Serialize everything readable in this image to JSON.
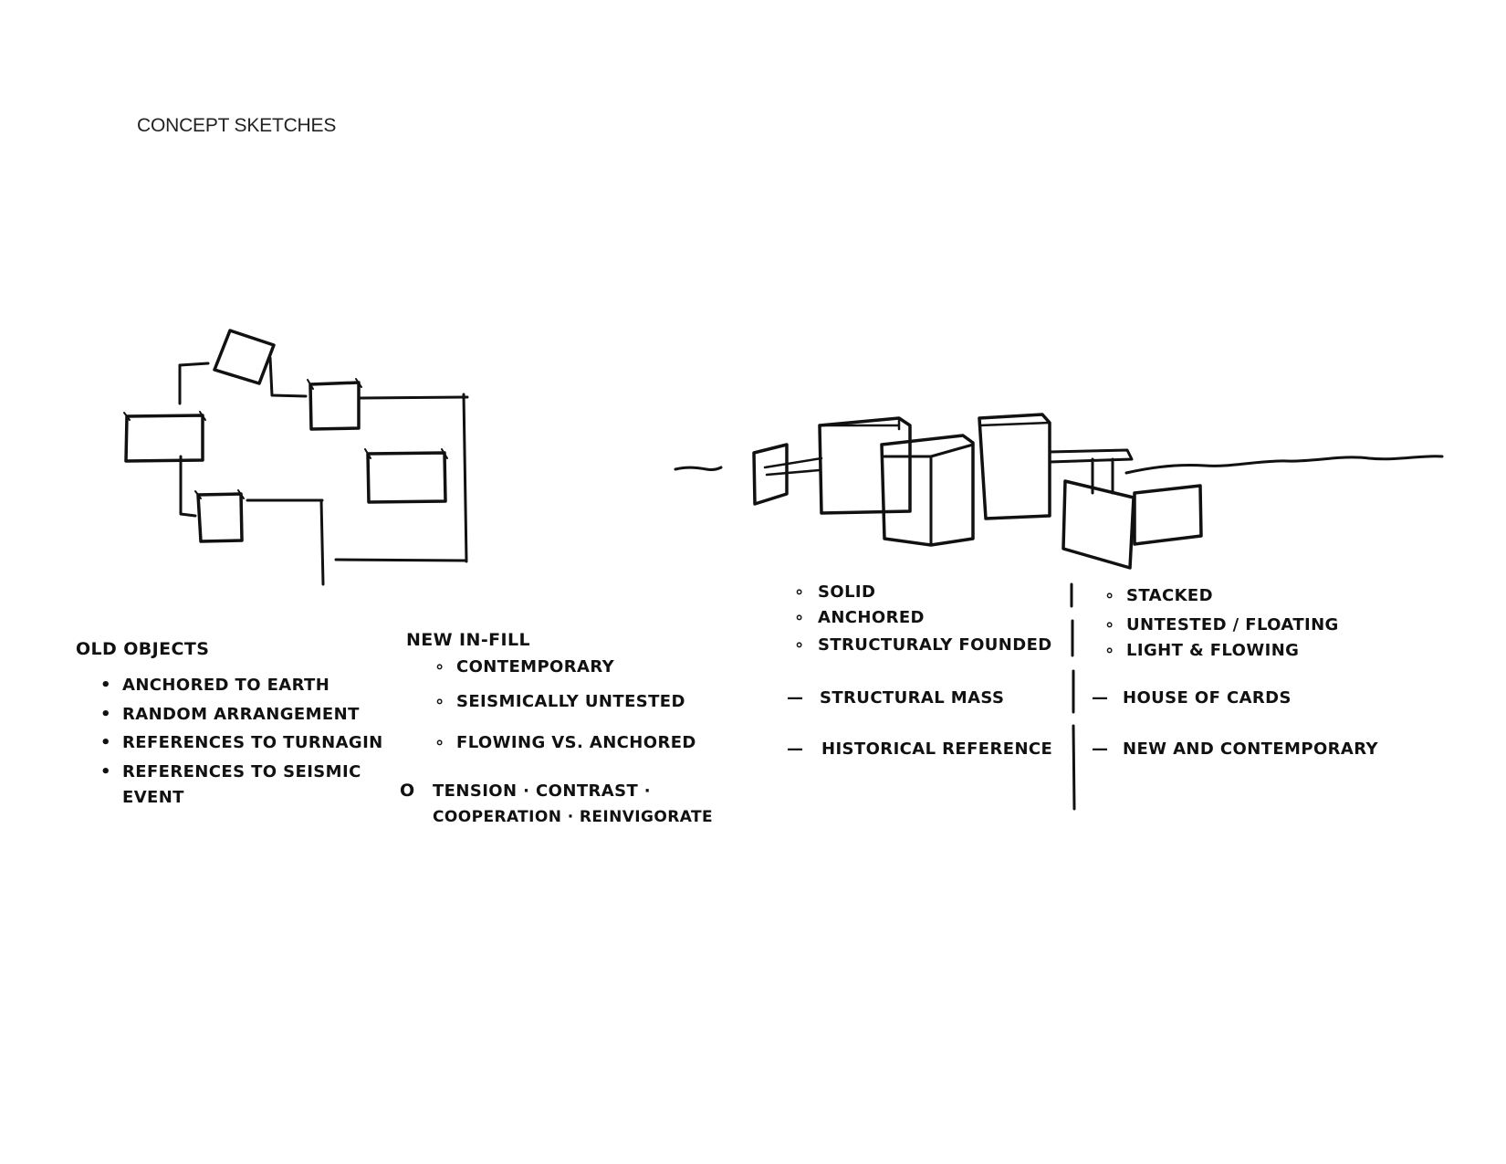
{
  "title": "CONCEPT SKETCHES",
  "left_notes": {
    "heading": "OLD OBJECTS",
    "items": [
      "ANCHORED TO EARTH",
      "RANDOM ARRANGEMENT",
      "REFERENCES TO TURNAGIN",
      "REFERENCES TO SEISMIC",
      "EVENT"
    ],
    "bullet": "•"
  },
  "middle_notes": {
    "heading": "NEW IN-FILL",
    "items": [
      "CONTEMPORARY",
      "SEISMICALLY UNTESTED",
      "FLOWING VS. ANCHORED"
    ],
    "summary_marker": "O",
    "summary_line1": "TENSION · CONTRAST ·",
    "summary_line2": "COOPERATION · REINVIGORATE",
    "bullet": "∘"
  },
  "right_col_a": {
    "items": [
      "SOLID",
      "ANCHORED",
      "STRUCTURALY FOUNDED"
    ],
    "dash1": "STRUCTURAL MASS",
    "dash2": "HISTORICAL REFERENCE"
  },
  "right_col_b": {
    "items": [
      "STACKED",
      "UNTESTED / FLOATING",
      "LIGHT & FLOWING"
    ],
    "dash1": "HOUSE OF CARDS",
    "dash2": "NEW AND CONTEMPORARY"
  },
  "bullet_circle": "∘",
  "dash_marker": "—"
}
